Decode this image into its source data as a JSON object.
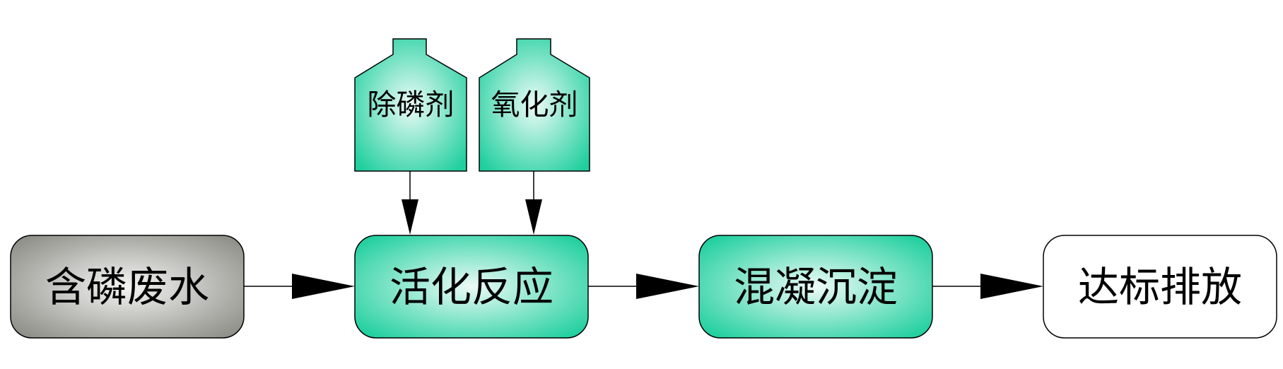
{
  "diagram": {
    "steps": [
      {
        "label": "含磷废水",
        "fill": "gray"
      },
      {
        "label": "活化反应",
        "fill": "teal"
      },
      {
        "label": "混凝沉淀",
        "fill": "teal"
      },
      {
        "label": "达标排放",
        "fill": "white"
      }
    ],
    "reagents": [
      {
        "label": "除磷剂"
      },
      {
        "label": "氧化剂"
      }
    ],
    "colors": {
      "teal_edge": "#1fcf9e",
      "teal_center": "#ecfbf6",
      "gray_edge": "#8f8f89",
      "gray_center": "#f4f4f2",
      "stroke": "#000000"
    }
  }
}
